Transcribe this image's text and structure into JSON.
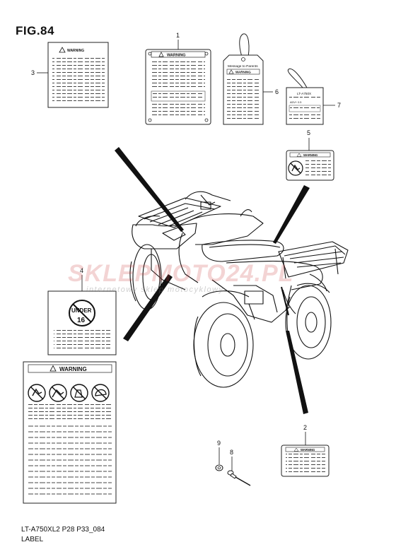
{
  "figure": {
    "title": "FIG.84"
  },
  "footer": {
    "code": "LT-A750XL2 P28 P33_084",
    "label": "LABEL"
  },
  "watermark": {
    "main": "SKLEPMOTO24.PL",
    "sub": "internetowy sklep motocyklowy"
  },
  "callouts": [
    "1",
    "2",
    "3",
    "4",
    "5",
    "6",
    "7",
    "8",
    "9"
  ],
  "label_texts": {
    "warning": "WARNING",
    "tag_header": "Message to Parents",
    "tag7_title": "LT-A750X",
    "tag7_line": "ADV+ 0.5",
    "under_top": "UNDER",
    "under_age": "16"
  }
}
